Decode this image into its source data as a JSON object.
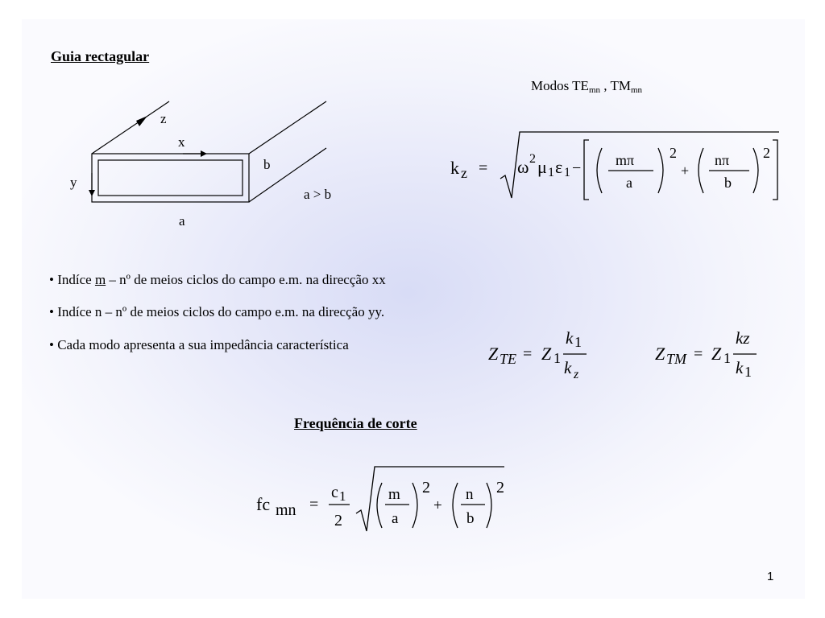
{
  "title": "Guia rectagular",
  "modes": {
    "prefix": "Modos TE",
    "sub1": "mn",
    "mid": " , TM",
    "sub2": "mn"
  },
  "diagram": {
    "z": "z",
    "x": "x",
    "y": "y",
    "b": "b",
    "a": "a",
    "condition": "a > b"
  },
  "kz_formula": {
    "lhs": "k",
    "lhs_sub": "z",
    "eq": "=",
    "omega": "ω",
    "pow": "2",
    "mu": "μ",
    "mu_sub": "1",
    "eps": "ε",
    "eps_sub": "1",
    "minus": "−",
    "frac1_num": "mπ",
    "frac1_den": "a",
    "plus": "+",
    "frac2_num": "nπ",
    "frac2_den": "b"
  },
  "bullets": [
    {
      "prefix": "• Indíce ",
      "underlined": "m",
      "suffix": " – nº de meios ciclos do campo e.m. na direcção xx"
    },
    {
      "text": "• Indíce n – nº de meios ciclos do campo e.m. na direcção yy."
    },
    {
      "text": "• Cada modo apresenta a sua impedância característica"
    }
  ],
  "zte_formula": {
    "Z": "Z",
    "sub": "TE",
    "eq": "=",
    "Z1": "Z",
    "one": "1",
    "num": "k",
    "num_sub": "1",
    "den": "k",
    "den_sub": "z"
  },
  "ztm_formula": {
    "Z": "Z",
    "sub": "TM",
    "eq": "=",
    "Z1": "Z",
    "one": "1",
    "num": "kz",
    "den": "k",
    "den_sub": "1"
  },
  "cutoff_heading": "Frequência de corte",
  "fc_formula": {
    "lhs": "fc",
    "lhs_sub": "mn",
    "eq": "=",
    "c_num": "c",
    "c_sub": "1",
    "c_den": "2",
    "m": "m",
    "a": "a",
    "pow": "2",
    "plus": "+",
    "n": "n",
    "b": "b"
  },
  "page_number": "1"
}
